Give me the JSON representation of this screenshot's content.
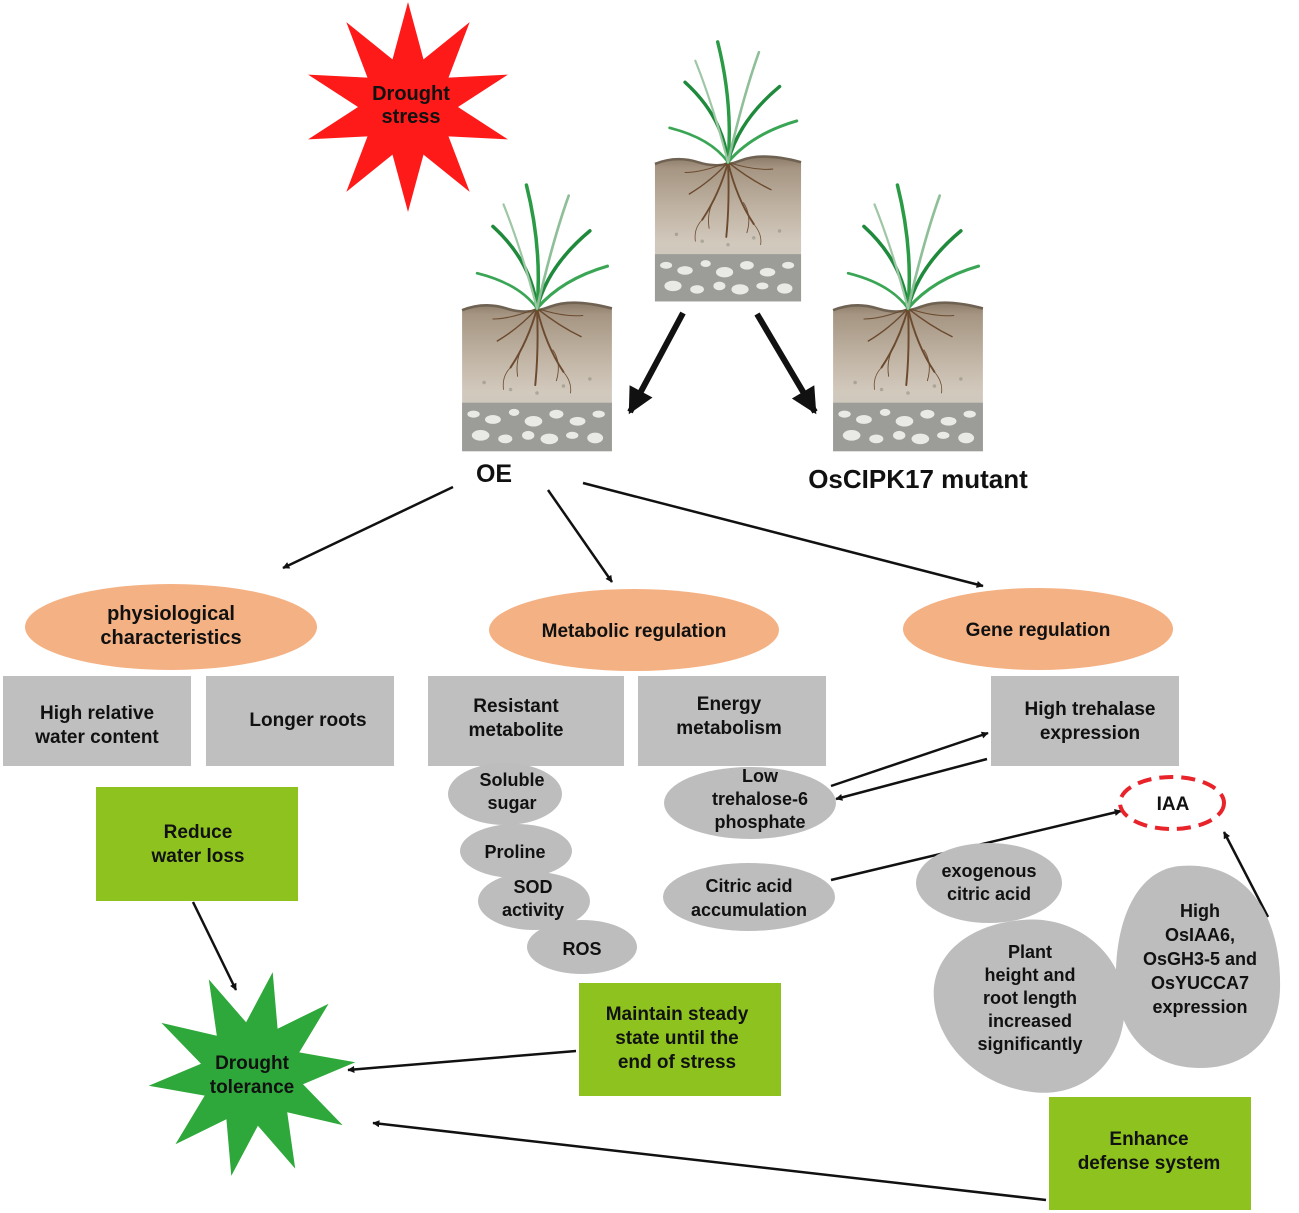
{
  "colors": {
    "drought_stress_star": "#ff1a1a",
    "tolerance_star": "#2ea83a",
    "category_ellipse": "#f4b183",
    "trait_box": "#bfbfbf",
    "outcome_box": "#8dc21f",
    "metabolite_blob": "#bdbdbd",
    "iaa_outline": "#e8232a",
    "arrow": "#111111"
  },
  "stress": {
    "lines": [
      "Drought",
      "stress"
    ]
  },
  "plants": {
    "oe_label": "OE",
    "mutant_label": "OsCIPK17 mutant"
  },
  "categories": {
    "physiological": {
      "lines": [
        "physiological",
        "characteristics"
      ]
    },
    "metabolic": {
      "lines": [
        "Metabolic regulation"
      ]
    },
    "gene": {
      "lines": [
        "Gene regulation"
      ]
    }
  },
  "traits": {
    "water_content": {
      "lines": [
        "High relative",
        "water content"
      ]
    },
    "longer_roots": {
      "lines": [
        "Longer roots"
      ]
    },
    "resistant_metabolite": {
      "lines": [
        "Resistant",
        "metabolite"
      ]
    },
    "energy_metabolism": {
      "lines": [
        "Energy",
        "metabolism"
      ]
    },
    "trehalase": {
      "lines": [
        "High  trehalase",
        "expression"
      ]
    }
  },
  "metabolites": {
    "soluble_sugar": {
      "lines": [
        "Soluble",
        "sugar"
      ]
    },
    "proline": {
      "lines": [
        "Proline"
      ]
    },
    "sod": {
      "lines": [
        "SOD",
        "activity"
      ]
    },
    "ros": {
      "lines": [
        "ROS"
      ]
    },
    "trehalose": {
      "lines": [
        "Low",
        "trehalose-6",
        "phosphate"
      ]
    },
    "citric": {
      "lines": [
        "Citric acid",
        "accumulation"
      ]
    },
    "exogenous": {
      "lines": [
        "exogenous",
        "citric acid"
      ]
    },
    "plant_height": {
      "lines": [
        "Plant",
        "height and",
        "root length",
        "increased",
        "significantly"
      ]
    },
    "osiaa": {
      "lines": [
        "High",
        "OsIAA6,",
        "OsGH3-5 and",
        "OsYUCCA7",
        "expression"
      ]
    },
    "iaa": {
      "lines": [
        "IAA"
      ]
    }
  },
  "outcomes": {
    "reduce_water_loss": {
      "lines": [
        "Reduce",
        "water loss"
      ]
    },
    "steady_state": {
      "lines": [
        "Maintain steady",
        "state until the",
        "end of stress"
      ]
    },
    "defense": {
      "lines": [
        "Enhance",
        "defense system"
      ]
    }
  },
  "tolerance": {
    "lines": [
      "Drought",
      "tolerance"
    ]
  }
}
